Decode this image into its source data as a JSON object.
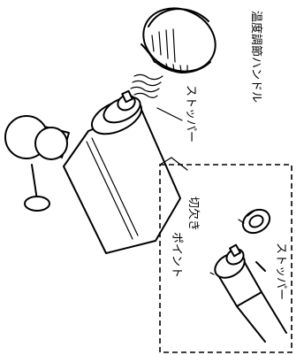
{
  "labels": {
    "temperature_handle": "温度調節ハンドル",
    "stopper_main": "ストッパー",
    "notch": "切欠き",
    "point": "ポイント",
    "stopper_detail": "ストッパー"
  }
}
